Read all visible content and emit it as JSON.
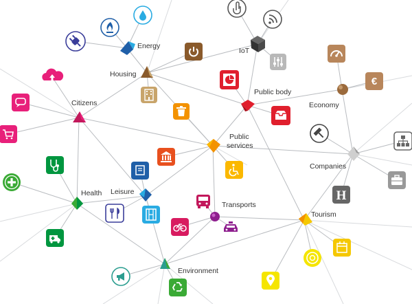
{
  "nodes": {
    "energy": "Energy",
    "iot": "IoT",
    "housing": "Housing",
    "public_body": "Public body",
    "economy": "Economy",
    "citizens": "Citizens",
    "public_services": "Public services",
    "companies": "Companies",
    "health": "Health",
    "leisure": "Leisure",
    "transports": "Transports",
    "tourism": "Tourism",
    "environment": "Environment"
  },
  "icons": [
    {
      "name": "water-drop-icon",
      "color": "#29abe2"
    },
    {
      "name": "flame-icon",
      "color": "#1f5fa8"
    },
    {
      "name": "plug-icon",
      "color": "#3a3d9a"
    },
    {
      "name": "hand-pointer-icon",
      "color": "#555555"
    },
    {
      "name": "rss-icon",
      "color": "#555555"
    },
    {
      "name": "power-button-icon",
      "color": "#8a5a2b"
    },
    {
      "name": "sliders-icon",
      "color": "#b8b8b8"
    },
    {
      "name": "pie-chart-icon",
      "color": "#e01f2d"
    },
    {
      "name": "cloud-upload-icon",
      "color": "#e8207a"
    },
    {
      "name": "chat-icon",
      "color": "#e8207a"
    },
    {
      "name": "shopping-cart-icon",
      "color": "#e8207a"
    },
    {
      "name": "building-icon",
      "color": "#c8a46a"
    },
    {
      "name": "trash-icon",
      "color": "#f39200"
    },
    {
      "name": "inbox-icon",
      "color": "#e01f2d"
    },
    {
      "name": "dashboard-icon",
      "color": "#b8865b"
    },
    {
      "name": "euro-icon",
      "color": "#b8865b"
    },
    {
      "name": "gavel-icon",
      "color": "#444444"
    },
    {
      "name": "org-chart-icon",
      "color": "#666666"
    },
    {
      "name": "briefcase-icon",
      "color": "#999999"
    },
    {
      "name": "hotel-icon",
      "color": "#666666"
    },
    {
      "name": "museum-icon",
      "color": "#e8501e"
    },
    {
      "name": "wheelchair-icon",
      "color": "#fbb800"
    },
    {
      "name": "stethoscope-icon",
      "color": "#00963f"
    },
    {
      "name": "plus-icon",
      "color": "#3aaa35"
    },
    {
      "name": "ambulance-icon",
      "color": "#00963f"
    },
    {
      "name": "book-icon",
      "color": "#1f5fa8"
    },
    {
      "name": "cutlery-icon",
      "color": "#3a3d9a"
    },
    {
      "name": "film-icon",
      "color": "#29abe2"
    },
    {
      "name": "bus-icon",
      "color": "#c2185b"
    },
    {
      "name": "bicycle-icon",
      "color": "#d81b60"
    },
    {
      "name": "taxi-icon",
      "color": "#8e1f8e"
    },
    {
      "name": "location-pin-icon",
      "color": "#f5e500"
    },
    {
      "name": "calendar-icon",
      "color": "#f5c800"
    },
    {
      "name": "info-icon",
      "color": "#f5e500"
    },
    {
      "name": "megaphone-icon",
      "color": "#2a9d8f"
    },
    {
      "name": "recycle-icon",
      "color": "#3aaa35"
    }
  ]
}
